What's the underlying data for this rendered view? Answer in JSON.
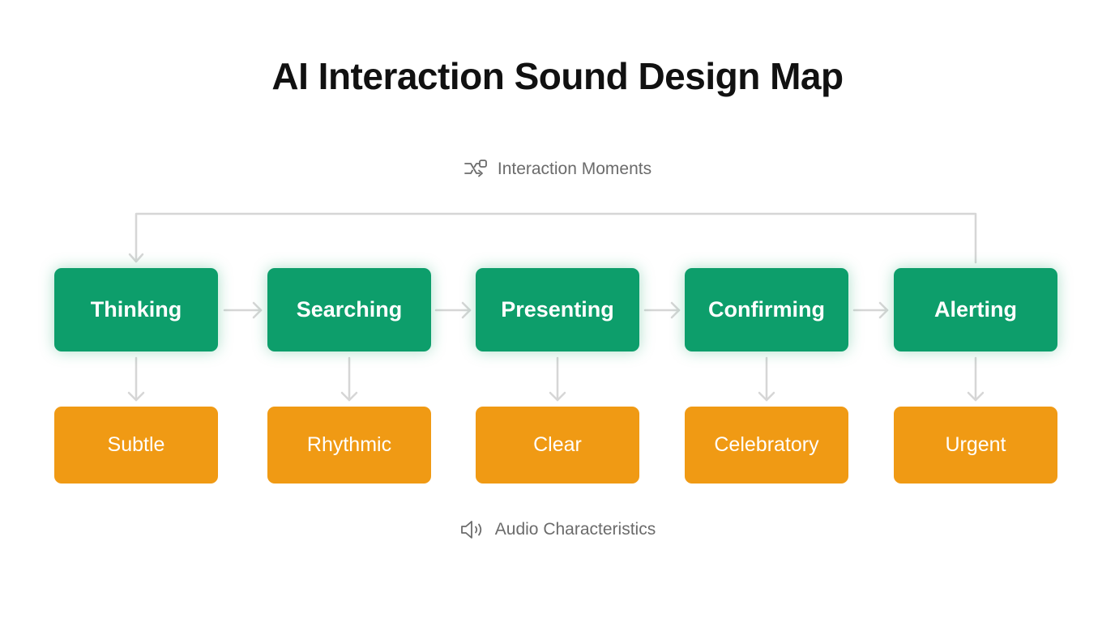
{
  "title": "AI Interaction Sound Design Map",
  "moments_label": "Interaction Moments",
  "audio_label": "Audio Characteristics",
  "colors": {
    "moment_box": "#0d9e6b",
    "audio_box": "#f09a14",
    "connector": "#d6d6d6",
    "label_text": "#6b6b6b",
    "title_text": "#111111"
  },
  "icons": {
    "moments": "shuffle-flow-icon",
    "audio": "speaker-volume-icon"
  },
  "moments": [
    {
      "label": "Thinking",
      "audio": "Subtle"
    },
    {
      "label": "Searching",
      "audio": "Rhythmic"
    },
    {
      "label": "Presenting",
      "audio": "Clear"
    },
    {
      "label": "Confirming",
      "audio": "Celebratory"
    },
    {
      "label": "Alerting",
      "audio": "Urgent"
    }
  ]
}
